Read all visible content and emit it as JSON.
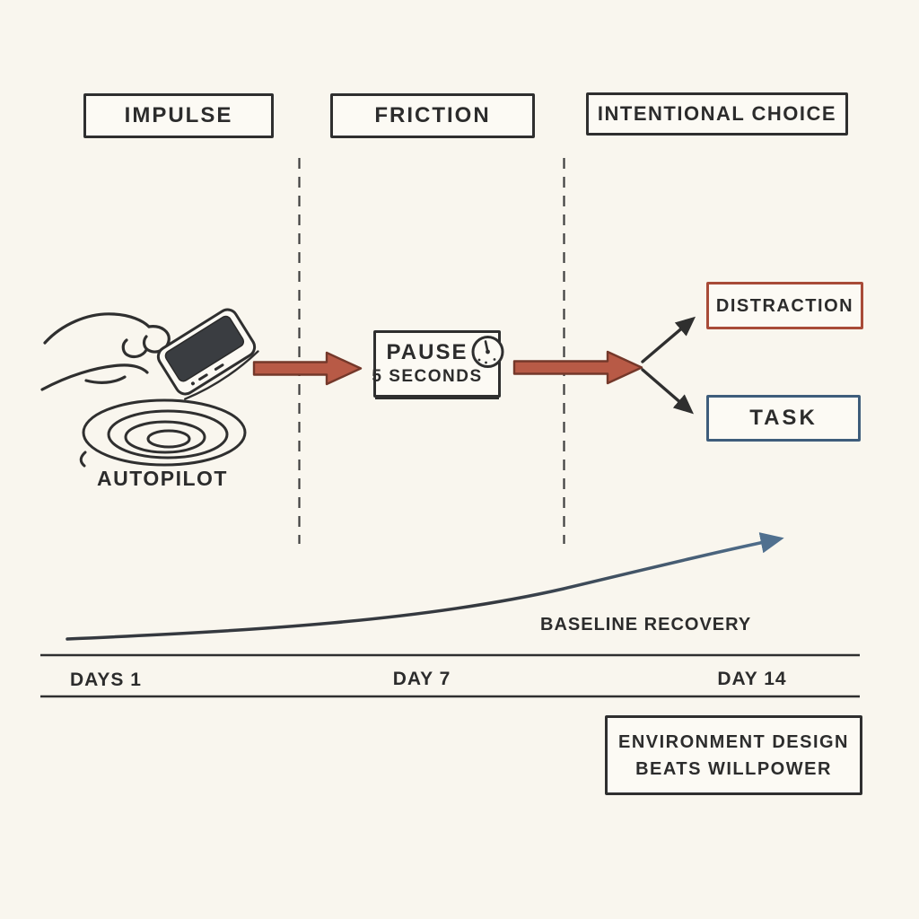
{
  "stage": {
    "background": "#f9f6ee",
    "ink": "#2f2f2f"
  },
  "header": {
    "columns": [
      {
        "label": "IMPULSE"
      },
      {
        "label": "FRICTION"
      },
      {
        "label": "INTENTIONAL CHOICE"
      }
    ]
  },
  "impulse_column": {
    "caption": "AUTOPILOT"
  },
  "friction_column": {
    "pause_title": "PAUSE",
    "pause_subtitle": "5 SECONDS"
  },
  "choice_column": {
    "options": [
      {
        "label": "DISTRACTION",
        "border_color": "#a84b38"
      },
      {
        "label": "TASK",
        "border_color": "#3e5d7b"
      }
    ]
  },
  "arrows": {
    "flow_color": "#b85a46",
    "flow_outline": "#74382a"
  },
  "recovery": {
    "label": "BASELINE RECOVERY",
    "curve_start_color": "#35393f",
    "curve_end_color": "#50708f"
  },
  "timeline": {
    "ticks": [
      "DAYS 1",
      "DAY 7",
      "DAY 14"
    ]
  },
  "note": {
    "lines": [
      "ENVIRONMENT DESIGN",
      "BEATS WILLPOWER"
    ]
  }
}
